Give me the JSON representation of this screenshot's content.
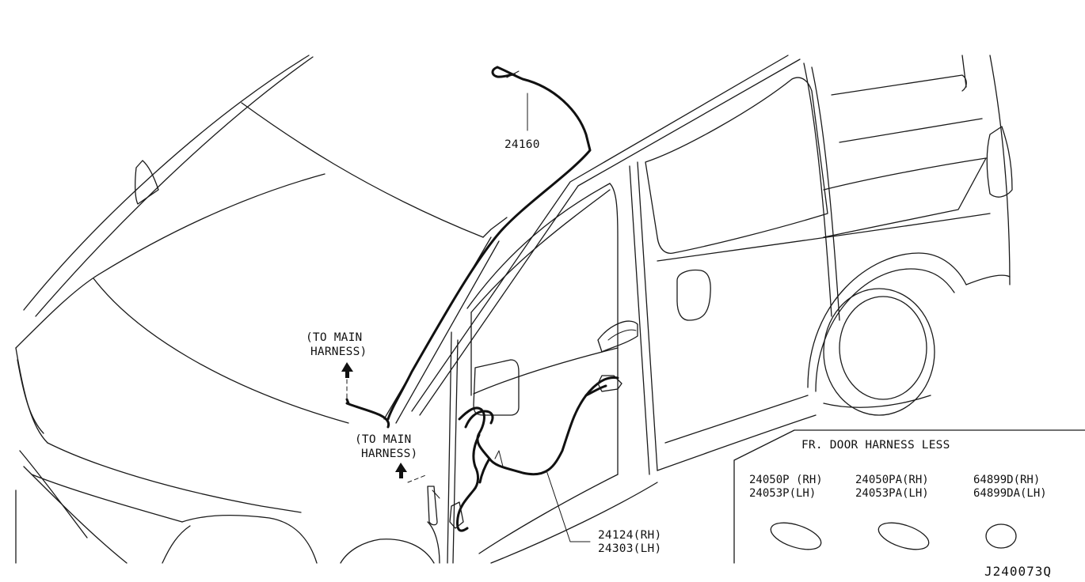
{
  "diagram": {
    "code": "J240073Q",
    "callouts": {
      "antenna_harness": "24160",
      "to_main_harness_upper": [
        "(TO MAIN",
        "HARNESS)"
      ],
      "to_main_harness_lower": [
        "(TO MAIN",
        "HARNESS)"
      ],
      "door_harness": [
        "24124(RH)",
        "24303(LH)"
      ]
    },
    "legend": {
      "title": "FR. DOOR HARNESS LESS",
      "parts": [
        {
          "lines": [
            "24050P (RH)",
            "24053P(LH)"
          ]
        },
        {
          "lines": [
            "24050PA(RH)",
            "24053PA(LH)"
          ]
        },
        {
          "lines": [
            "64899D(RH)",
            "64899DA(LH)"
          ]
        }
      ]
    }
  }
}
